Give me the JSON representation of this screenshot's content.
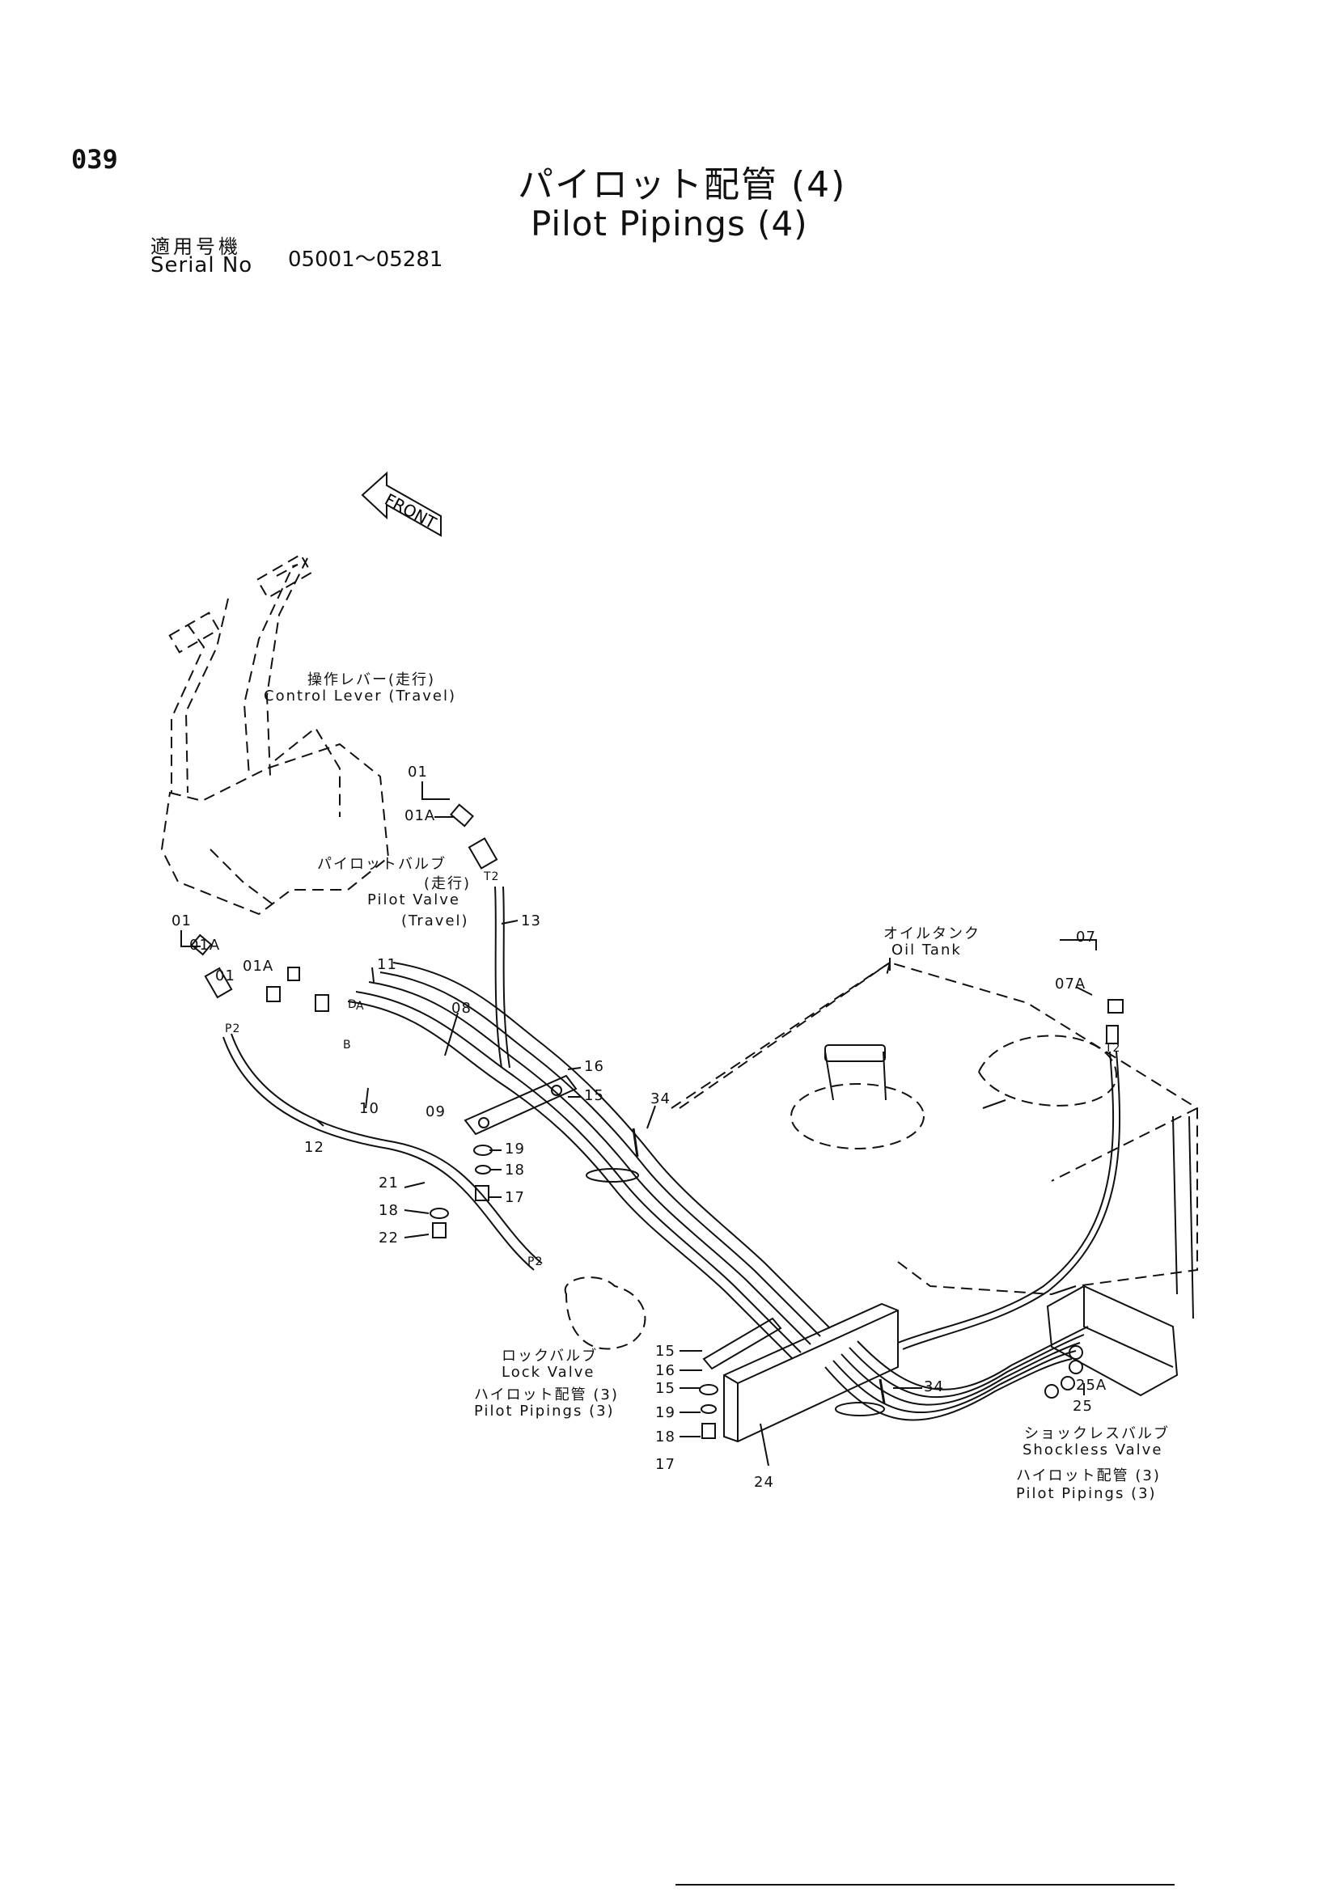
{
  "header": {
    "page_number": "039",
    "title_jp": "パイロット配管 (4)",
    "title_en": "Pilot Pipings (4)",
    "serial_label_jp": "適用号機",
    "serial_label_en": "Serial No",
    "serial_range": "05001～05281"
  },
  "front_arrow_label": "FRONT",
  "component_labels": {
    "control_lever_jp": "操作レバー(走行)",
    "control_lever_en": "Control Lever (Travel)",
    "pilot_valve_jp": "パイロットバルブ",
    "pilot_valve_sub_jp": "(走行)",
    "pilot_valve_en": "Pilot Valve",
    "pilot_valve_sub_en": "(Travel)",
    "oil_tank_jp": "オイルタンク",
    "oil_tank_en": "Oil Tank",
    "lock_valve_jp": "ロックバルブ",
    "lock_valve_en": "Lock Valve",
    "lock_valve_ref_jp": "ハイロット配管 (3)",
    "lock_valve_ref_en": "Pilot Pipings (3)",
    "shockless_valve_jp": "ショックレスバルブ",
    "shockless_valve_en": "Shockless Valve",
    "shockless_ref_jp": "ハイロット配管 (3)",
    "shockless_ref_en": "Pilot Pipings (3)"
  },
  "port_labels": {
    "t2_upper": "T2",
    "p2_left": "P2",
    "p2_lower": "P2",
    "t2_right": "T2",
    "a": "A",
    "b": "B",
    "d": "D"
  },
  "part_callouts": {
    "c01_top": "01",
    "c01a_top": "01A",
    "c13": "13",
    "c01_left": "01",
    "c01a_left": "01A",
    "c01_mid": "01",
    "c01a_mid": "01A",
    "c11": "11",
    "c08": "08",
    "c16_upper": "16",
    "c15_upper": "15",
    "c10": "10",
    "c09": "09",
    "c12": "12",
    "c34_upper": "34",
    "c19_upper": "19",
    "c18_upper": "18",
    "c17_upper": "17",
    "c21": "21",
    "c18_left": "18",
    "c22": "22",
    "c07": "07",
    "c07a": "07A",
    "c15_lower_a": "15",
    "c16_lower": "16",
    "c15_lower_b": "15",
    "c19_lower": "19",
    "c18_lower": "18",
    "c17_lower": "17",
    "c24": "24",
    "c34_lower": "34",
    "c25a": "25A",
    "c25": "25"
  }
}
